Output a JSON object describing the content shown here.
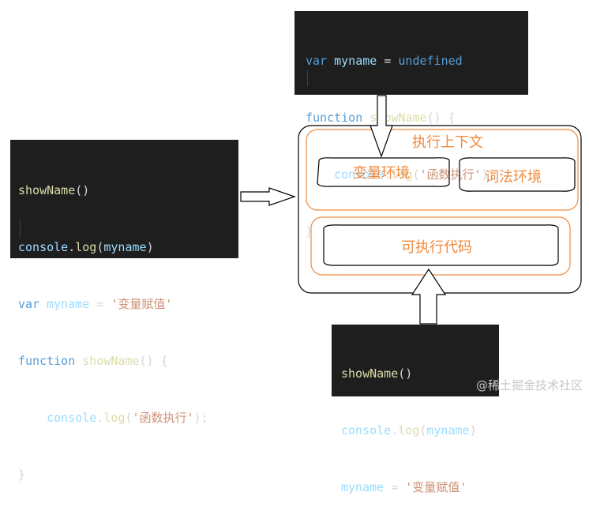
{
  "code_blocks": {
    "top": {
      "lines": [
        {
          "kw": "var",
          "var": "myname",
          "op": " = ",
          "kw2": "undefined"
        },
        {
          "kw": "function",
          "fn": "showName",
          "rest": "() {"
        },
        {
          "indent": "    ",
          "obj": "console",
          "dot": ".",
          "fn": "log",
          "open": "(",
          "str": "'函数执行'",
          "close": ");"
        },
        {
          "rest": "}"
        }
      ]
    },
    "left": {
      "lines": [
        {
          "fn": "showName",
          "rest": "()"
        },
        {
          "obj": "console",
          "dot": ".",
          "fn": "log",
          "open": "(",
          "var": "myname",
          "close": ")"
        },
        {
          "kw": "var",
          "var": "myname",
          "op": " = ",
          "str": "'变量赋值'"
        },
        {
          "kw": "function",
          "fn": "showName",
          "rest": "() {"
        },
        {
          "indent": "    ",
          "obj": "console",
          "dot": ".",
          "fn": "log",
          "open": "(",
          "str": "'函数执行'",
          "close": ");"
        },
        {
          "rest": "}"
        }
      ]
    },
    "bottom": {
      "lines": [
        {
          "fn": "showName",
          "rest": "()"
        },
        {
          "obj": "console",
          "dot": ".",
          "fn": "log",
          "open": "(",
          "var": "myname",
          "close": ")"
        },
        {
          "var": "myname",
          "op": " = ",
          "str": "'变量赋值'"
        }
      ]
    }
  },
  "diagram": {
    "execution_context_label": "执行上下文",
    "variable_env_label": "变量环境",
    "lexical_env_label": "词法环境",
    "executable_code_label": "可执行代码"
  },
  "colors": {
    "code_bg": "#1e1e1e",
    "keyword": "#569cd6",
    "variable": "#9cdcfe",
    "function": "#dcdcaa",
    "string": "#ce9178",
    "diagram_accent": "#f08a3c"
  },
  "watermark": "@稀土掘金技术社区"
}
